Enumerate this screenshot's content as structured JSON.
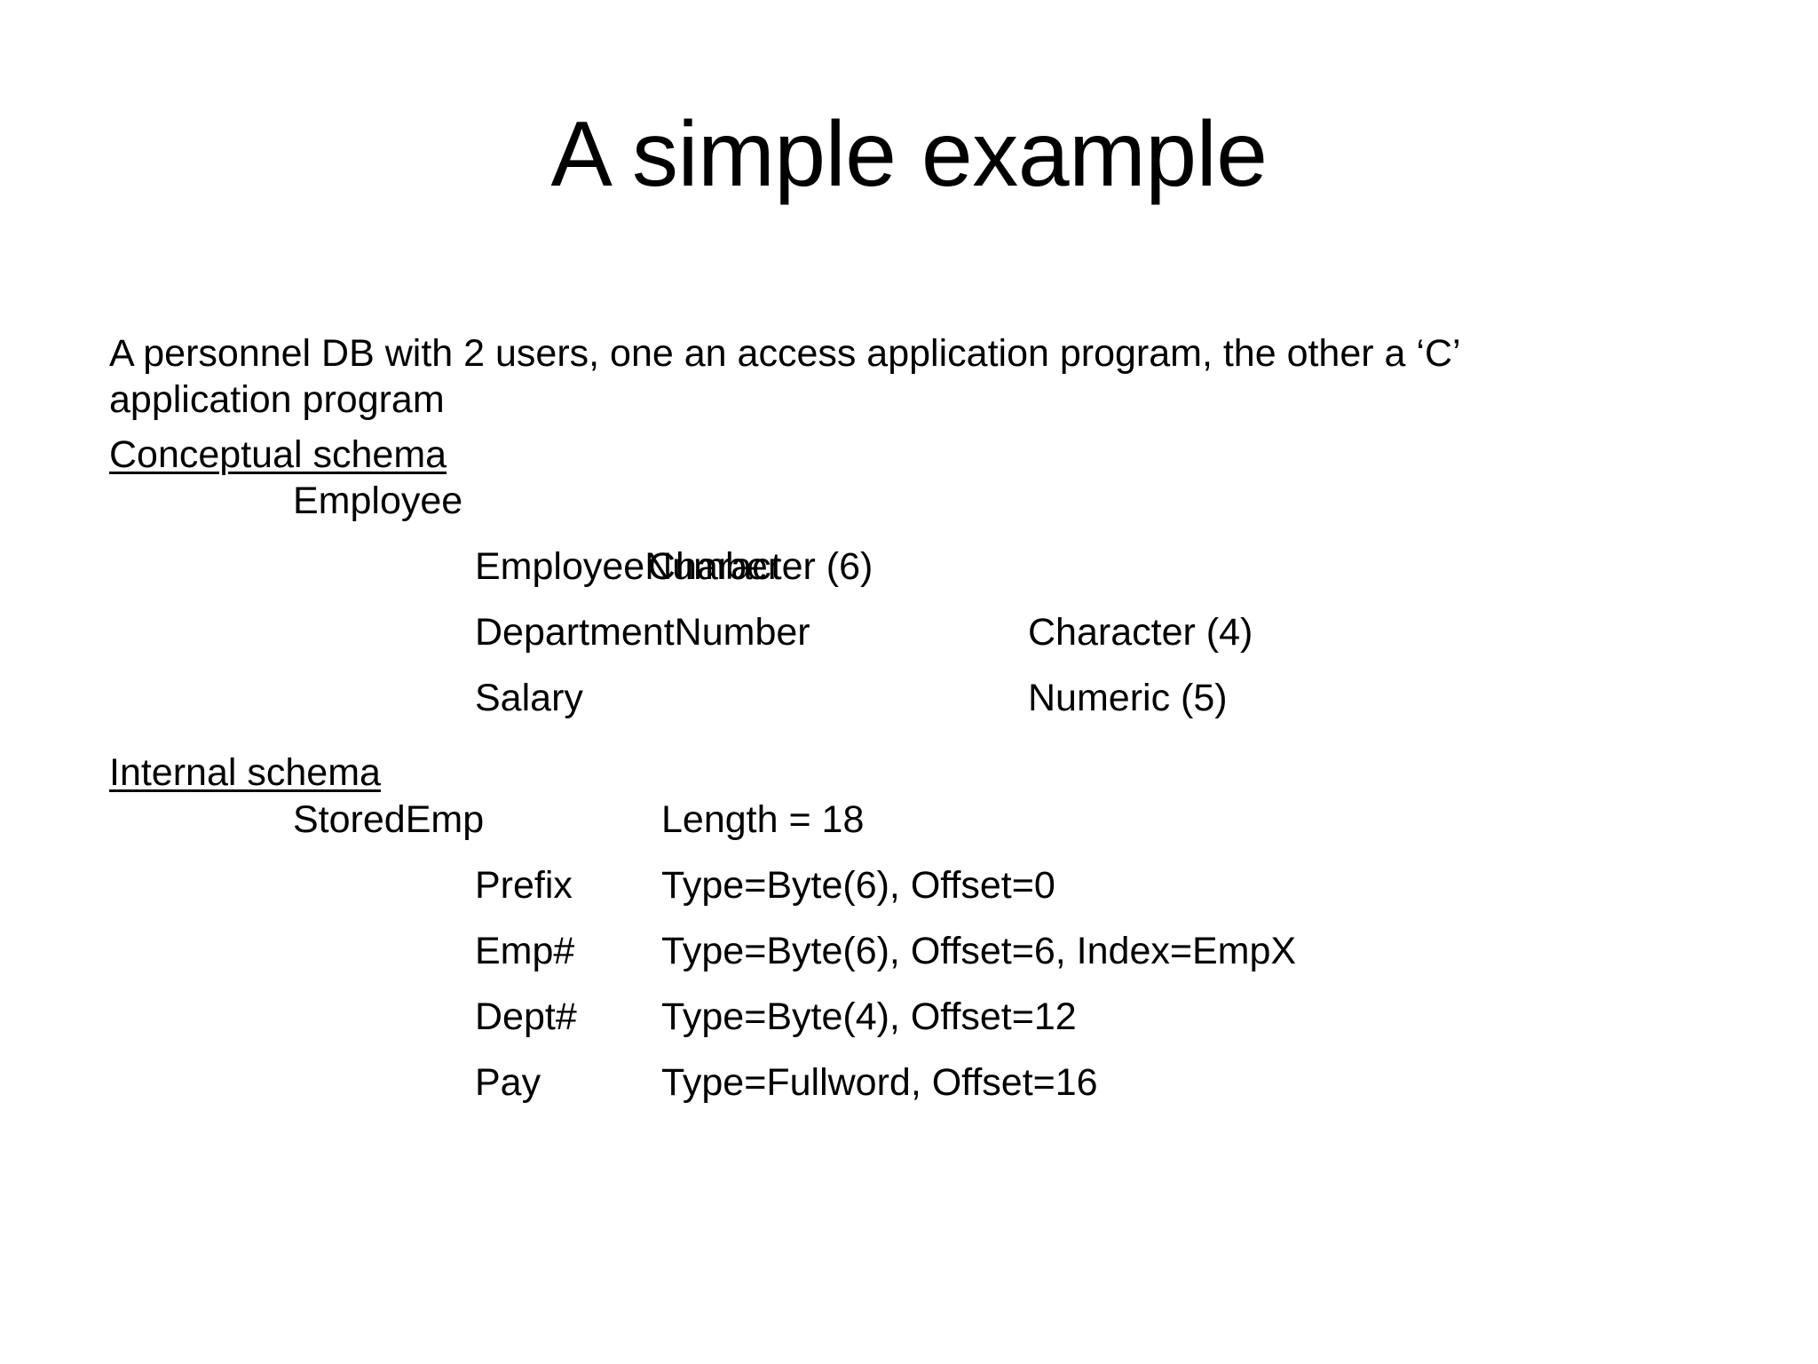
{
  "slide": {
    "title": "A simple example",
    "intro_paragraph": "A personnel DB with 2 users, one an access application program, the other a ‘C’ application program",
    "conceptual": {
      "heading": "Conceptual schema",
      "entity": "Employee",
      "fields": [
        {
          "name": "EmployeeNumber",
          "type": "Character (6)"
        },
        {
          "name": "DepartmentNumber",
          "type": "Character (4)"
        },
        {
          "name": "Salary",
          "type": "Numeric (5)"
        }
      ]
    },
    "internal": {
      "heading": "Internal schema",
      "record": "StoredEmp",
      "record_length": "Length = 18",
      "fields": [
        {
          "name": "Prefix",
          "spec": "Type=Byte(6), Offset=0"
        },
        {
          "name": "Emp#",
          "spec": "Type=Byte(6), Offset=6, Index=EmpX"
        },
        {
          "name": "Dept#",
          "spec": "Type=Byte(4), Offset=12"
        },
        {
          "name": "Pay",
          "spec": "Type=Fullword, Offset=16"
        }
      ]
    }
  },
  "colors": {
    "background": "#ffffff",
    "text": "#000000"
  }
}
